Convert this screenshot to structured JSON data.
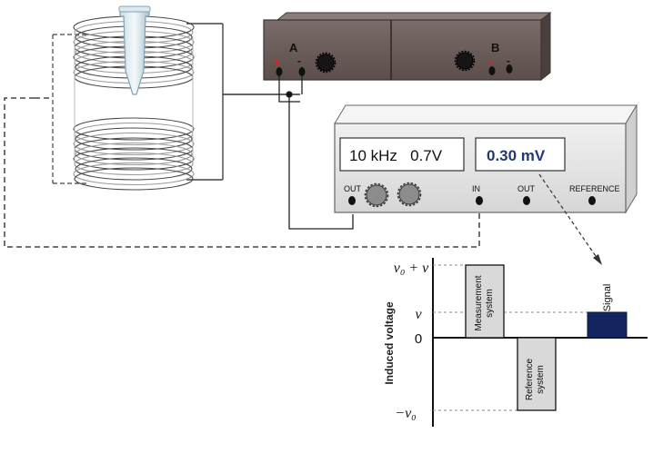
{
  "amplifier": {
    "channel_a": "A",
    "channel_b": "B",
    "plus_sign": "+",
    "minus_sign": "-"
  },
  "lockin": {
    "generator_display": "10 kHz   0.7V",
    "signal_display": "0.30 mV",
    "port_out_generator": "OUT",
    "port_in": "IN",
    "port_out": "OUT",
    "port_reference": "REFERENCE"
  },
  "graph": {
    "y_axis_label": "Induced voltage",
    "tick_top": "v₀ + v",
    "tick_v": "v",
    "tick_zero": "0",
    "tick_bottom": "−v₀",
    "bar_measurement": "Measurement system",
    "bar_reference": "Reference system",
    "bar_signal": "Signal",
    "values": {
      "v0_plus_v": 1.0,
      "v": 0.35,
      "zero": 0,
      "minus_v0": -1.0,
      "signal": 0.35
    }
  },
  "colors": {
    "signal_text": "#1f3a73",
    "signal_bar": "#13245e",
    "amp_body": "#5c4f4c",
    "lockin_body": "#e4e4e4",
    "red_terminal": "#e02020"
  }
}
